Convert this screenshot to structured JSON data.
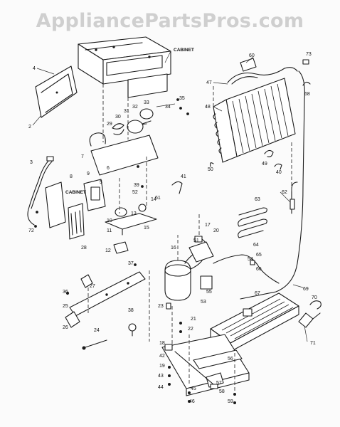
{
  "watermark": "AppliancePartsPros.com",
  "words": [
    "CABINET",
    "CABINET"
  ],
  "callouts": [
    "2",
    "4",
    "3",
    "5",
    "6",
    "7",
    "8",
    "9",
    "10",
    "11",
    "12",
    "13",
    "14",
    "15",
    "16",
    "17",
    "18",
    "19",
    "20",
    "21",
    "22",
    "23",
    "24",
    "25",
    "26",
    "27",
    "28",
    "29",
    "30",
    "31",
    "32",
    "33",
    "34",
    "35",
    "36",
    "37",
    "38",
    "39",
    "40",
    "41",
    "42",
    "43",
    "44",
    "45",
    "46",
    "47",
    "48",
    "49",
    "50",
    "51",
    "52",
    "53",
    "54",
    "55",
    "56",
    "57",
    "58",
    "59",
    "60",
    "61",
    "62",
    "63",
    "64",
    "65",
    "66",
    "67",
    "68",
    "69",
    "70",
    "71",
    "72",
    "73"
  ]
}
